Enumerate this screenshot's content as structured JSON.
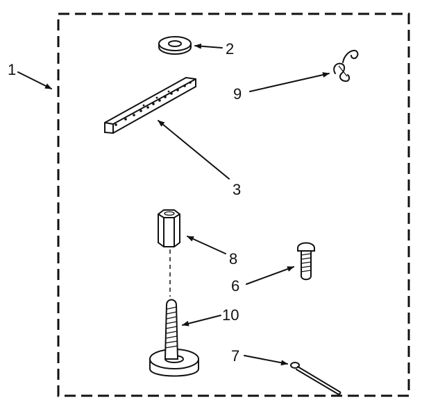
{
  "diagram": {
    "kit_label": "1",
    "parts": [
      {
        "id": "2",
        "name": "washer"
      },
      {
        "id": "3",
        "name": "perforated bracket strap"
      },
      {
        "id": "9",
        "name": "wire clip"
      },
      {
        "id": "8",
        "name": "hex nut"
      },
      {
        "id": "6",
        "name": "screw"
      },
      {
        "id": "10",
        "name": "leveling leg"
      },
      {
        "id": "7",
        "name": "cotter pin"
      }
    ]
  }
}
